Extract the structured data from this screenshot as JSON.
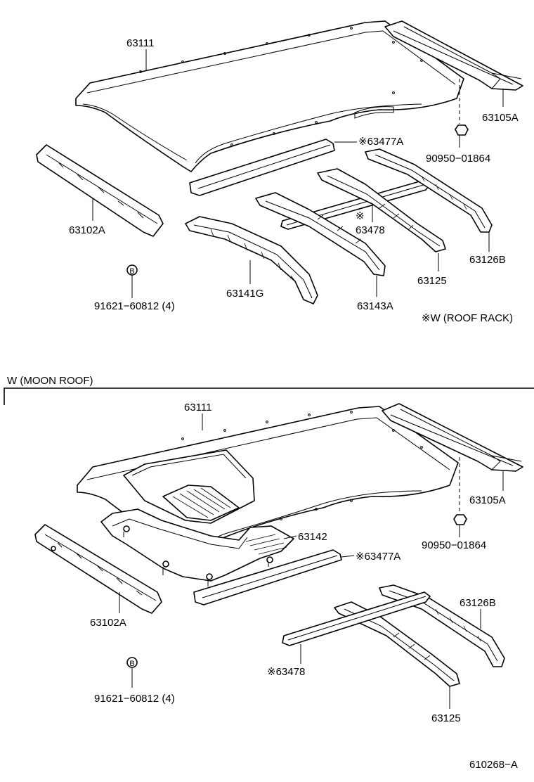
{
  "figure_id": "610268−A",
  "sections": {
    "top": {
      "note": "※W (ROOF RACK)",
      "labels": {
        "roof_panel": "63111",
        "rear_header": "63105A",
        "nut": "90950−01864",
        "roof_bow_front_mark": "※63477A",
        "front_header": "63102A",
        "rack_bow_mark": "※",
        "rack_bow": "63478",
        "roof_rail_126b": "63126B",
        "bow_125": "63125",
        "bow_143a": "63143A",
        "bow_141g": "63141G",
        "bolt_marker": "B",
        "bolt": "91621−60812 (4)"
      }
    },
    "bottom": {
      "heading": "W (MOON ROOF)",
      "labels": {
        "roof_panel": "63111",
        "rear_header": "63105A",
        "nut": "90950−01864",
        "sunroof_frame": "63142",
        "roof_bow_front": "※63477A",
        "front_header": "63102A",
        "roof_rail_126b": "63126B",
        "rack_bow": "※63478",
        "bow_125": "63125",
        "bolt_marker": "B",
        "bolt": "91621−60812 (4)"
      }
    }
  }
}
